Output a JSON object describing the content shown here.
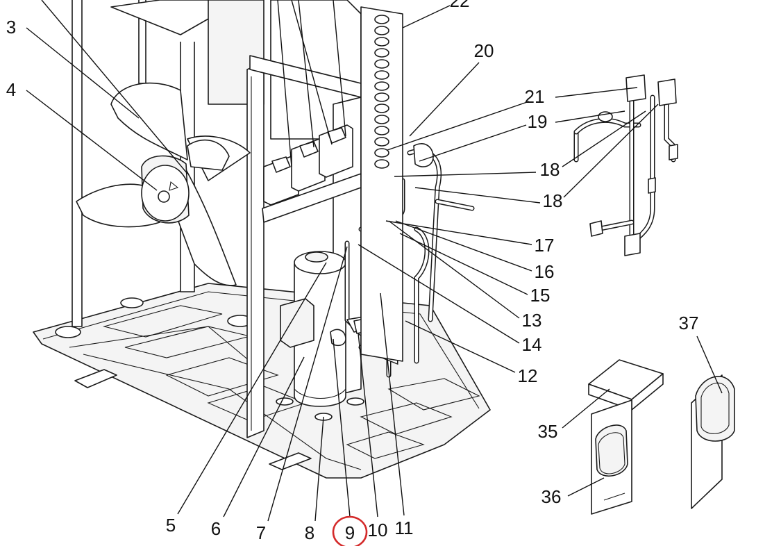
{
  "diagram": {
    "labels": [
      {
        "id": "3",
        "text": "3"
      },
      {
        "id": "4",
        "text": "4"
      },
      {
        "id": "5",
        "text": "5"
      },
      {
        "id": "6",
        "text": "6"
      },
      {
        "id": "7",
        "text": "7"
      },
      {
        "id": "8",
        "text": "8"
      },
      {
        "id": "9",
        "text": "9"
      },
      {
        "id": "10",
        "text": "10"
      },
      {
        "id": "11",
        "text": "11"
      },
      {
        "id": "12",
        "text": "12"
      },
      {
        "id": "13",
        "text": "13"
      },
      {
        "id": "14",
        "text": "14"
      },
      {
        "id": "15",
        "text": "15"
      },
      {
        "id": "16",
        "text": "16"
      },
      {
        "id": "17",
        "text": "17"
      },
      {
        "id": "18a",
        "text": "18"
      },
      {
        "id": "18b",
        "text": "18"
      },
      {
        "id": "19",
        "text": "19"
      },
      {
        "id": "20",
        "text": "20"
      },
      {
        "id": "21",
        "text": "21"
      },
      {
        "id": "22",
        "text": "22"
      },
      {
        "id": "35",
        "text": "35"
      },
      {
        "id": "36",
        "text": "36"
      },
      {
        "id": "37",
        "text": "37"
      }
    ],
    "highlighted_label": "9",
    "highlight_color": "#d42a2a",
    "line_color": "#111111"
  }
}
